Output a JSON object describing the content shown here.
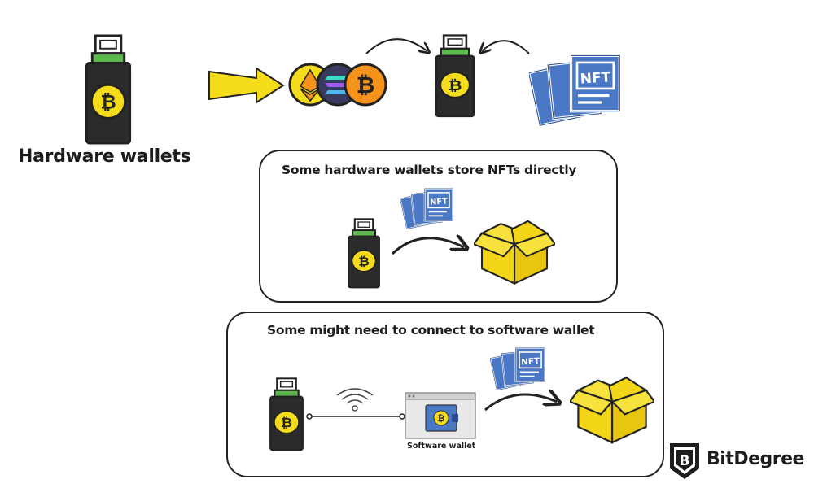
{
  "title": "Hardware wallets",
  "panel1": {
    "text": "Some hardware wallets store NFTs directly"
  },
  "panel2": {
    "text": "Some might need to connect to software wallet",
    "software_wallet_label": "Software wallet"
  },
  "nft_label": "NFT",
  "coin_symbol": "B",
  "brand": {
    "name": "BitDegree",
    "icon_letter": "B"
  },
  "icons": [
    "usb-wallet-icon",
    "arrow-icon",
    "ethereum-coin-icon",
    "solana-coin-icon",
    "bitcoin-coin-icon",
    "nft-cards-icon",
    "box-icon",
    "wifi-icon",
    "software-wallet-icon",
    "bitdegree-logo-icon"
  ],
  "colors": {
    "yellow": "#f5dc1a",
    "dark": "#2b2b2b",
    "green": "#5db84e",
    "nft_blue": "#4a78c4",
    "box_yellow": "#f2d617",
    "orange": "#f7931a"
  }
}
